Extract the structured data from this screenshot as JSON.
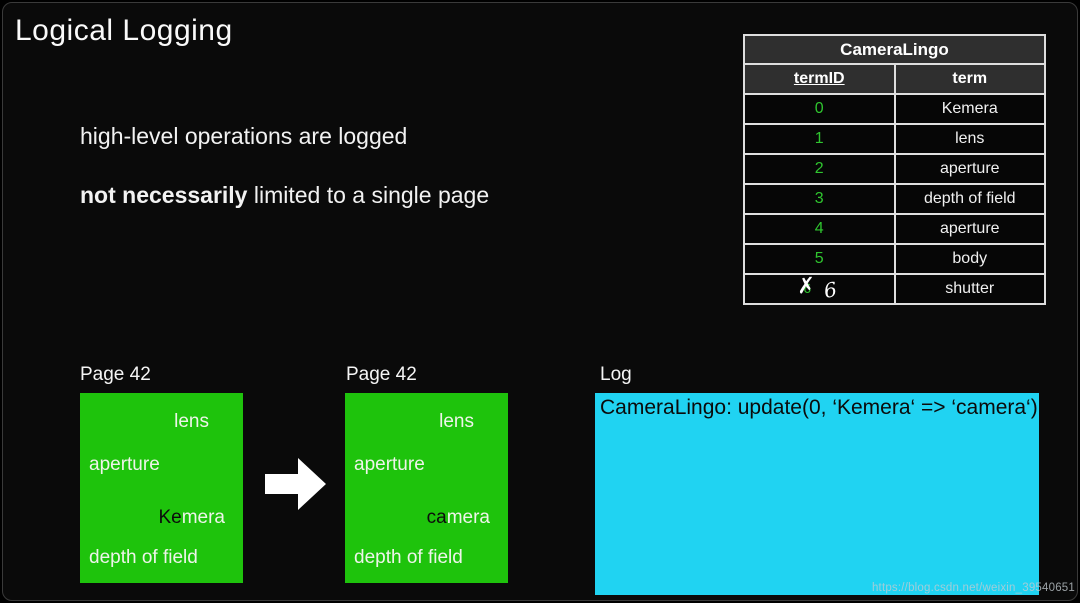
{
  "slide": {
    "title": "Logical Logging"
  },
  "body": {
    "line1": "high-level operations are logged",
    "line2_bold": "not necessarily",
    "line2_rest": " limited to a single page"
  },
  "dictionary_table": {
    "title": "CameraLingo",
    "col_termid": "termID",
    "col_term": "term",
    "rows": [
      {
        "id": "0",
        "term": "Kemera"
      },
      {
        "id": "1",
        "term": "lens"
      },
      {
        "id": "2",
        "term": "aperture"
      },
      {
        "id": "3",
        "term": "depth of field"
      },
      {
        "id": "4",
        "term": "aperture"
      },
      {
        "id": "5",
        "term": "body"
      },
      {
        "id_crossed": "6",
        "cross_mark": "✗",
        "id_handwritten": "6",
        "term": "shutter"
      }
    ]
  },
  "page_before": {
    "label": "Page 42",
    "lens": "lens",
    "aperture": "aperture",
    "term_black": "Ke",
    "term_white": "mera",
    "depth": "depth of field"
  },
  "page_after": {
    "label": "Page 42",
    "lens": "lens",
    "aperture": "aperture",
    "term_black": "ca",
    "term_white": "mera",
    "depth": "depth of field"
  },
  "log": {
    "label": "Log",
    "entry": "CameraLingo: update(0, ‘Kemera‘ => ‘camera‘)"
  },
  "watermark": "https://blog.csdn.net/weixin_39540651",
  "colors": {
    "page_green": "#1ec30c",
    "log_cyan": "#20d3f2",
    "termid_green": "#2fc52f",
    "table_header_bg": "#2f2f2f",
    "slide_bg": "#0a0a0a"
  }
}
